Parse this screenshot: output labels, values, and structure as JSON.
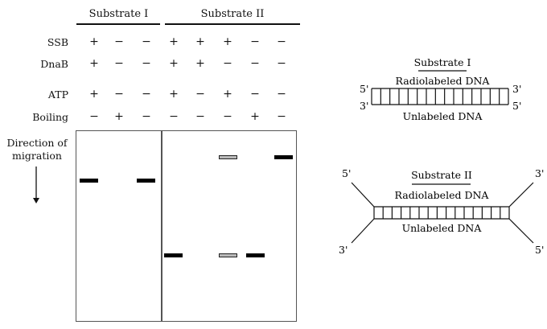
{
  "headers": {
    "substrate_1": "Substrate I",
    "substrate_2": "Substrate II"
  },
  "conditions": [
    {
      "label": "SSB",
      "values": [
        "+",
        "−",
        "−",
        "+",
        "+",
        "+",
        "−",
        "−"
      ]
    },
    {
      "label": "DnaB",
      "values": [
        "+",
        "−",
        "−",
        "+",
        "+",
        "−",
        "−",
        "−"
      ]
    },
    {
      "label": "ATP",
      "values": [
        "+",
        "−",
        "−",
        "+",
        "−",
        "+",
        "−",
        "−"
      ]
    },
    {
      "label": "Boiling",
      "values": [
        "−",
        "+",
        "−",
        "−",
        "−",
        "−",
        "+",
        "−"
      ]
    }
  ],
  "direction_label": {
    "line1": "Direction of",
    "line2": "migration"
  },
  "gel_bands": [
    {
      "lane": 1,
      "position": "upper-middle",
      "style": "solid"
    },
    {
      "lane": 3,
      "position": "upper-middle",
      "style": "solid"
    },
    {
      "lane": 4,
      "position": "lower",
      "style": "solid"
    },
    {
      "lane": 6,
      "position": "top",
      "style": "hollow"
    },
    {
      "lane": 6,
      "position": "lower",
      "style": "hollow"
    },
    {
      "lane": 7,
      "position": "lower",
      "style": "solid"
    },
    {
      "lane": 8,
      "position": "top",
      "style": "solid"
    }
  ],
  "substrate_1_diagram": {
    "title": "Substrate I",
    "top_strand_label": "Radiolabeled DNA",
    "bottom_strand_label": "Unlabeled DNA",
    "top_left_end": "5'",
    "top_right_end": "3'",
    "bottom_left_end": "3'",
    "bottom_right_end": "5'"
  },
  "substrate_2_diagram": {
    "title": "Substrate II",
    "top_strand_label": "Radiolabeled DNA",
    "bottom_strand_label": "Unlabeled DNA",
    "top_left_end": "5'",
    "top_right_end": "3'",
    "bottom_left_end": "3'",
    "bottom_right_end": "5'"
  }
}
